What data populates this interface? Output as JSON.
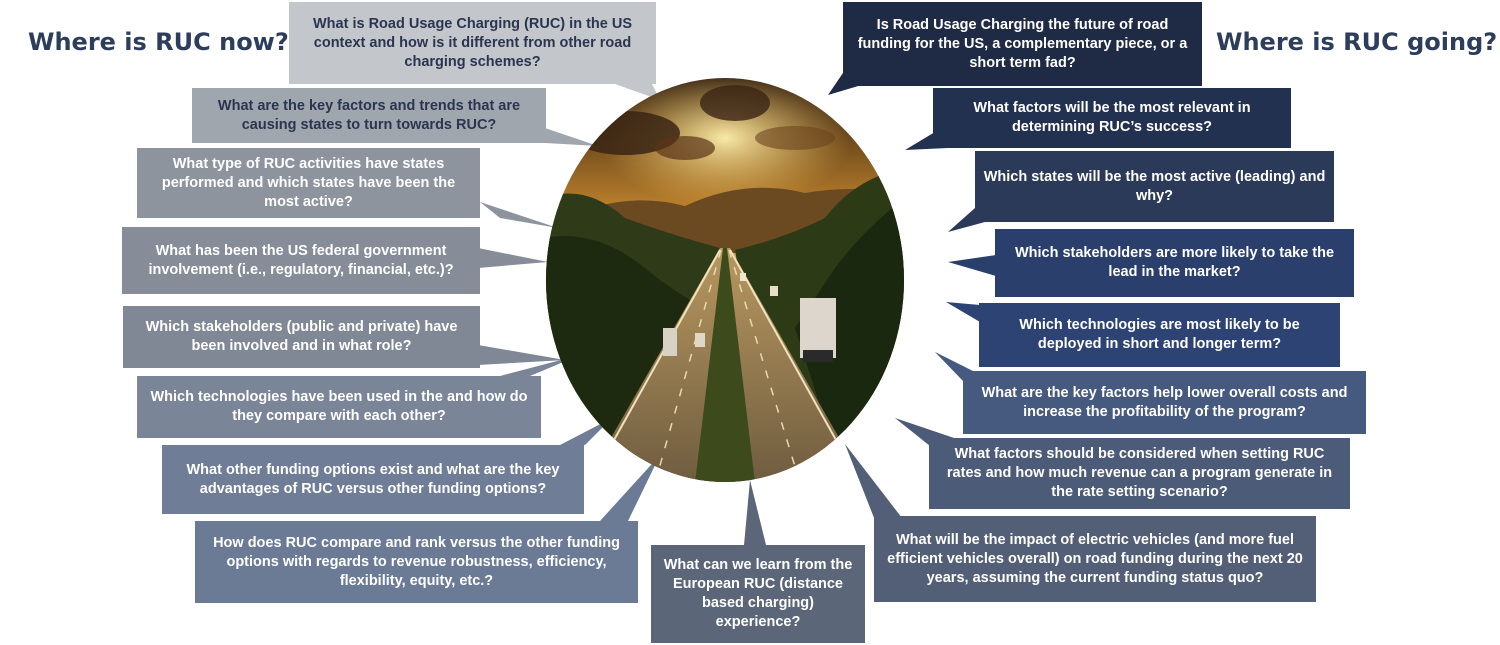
{
  "headings": {
    "left": "Where is RUC now?",
    "right": "Where is RUC going?"
  },
  "left_questions": [
    "What is Road Usage Charging (RUC) in the US context and how is it different from other road charging schemes?",
    "What are the key factors and trends that are causing states to turn towards RUC?",
    "What type of RUC activities have states performed and which states have been the most active?",
    "What has been the US federal government involvement (i.e., regulatory, financial, etc.)?",
    "Which stakeholders (public and private) have been involved and in what role?",
    "Which technologies have been used in the and how do they compare with each other?",
    "What other funding options exist and what are the key advantages of RUC versus other funding options?",
    "How does RUC compare and rank versus the other funding options with regards to revenue robustness, efficiency, flexibility, equity, etc.?"
  ],
  "bottom_question": "What can we learn from the European RUC (distance based charging) experience?",
  "right_questions": [
    "Is Road Usage Charging the future of road funding for the US, a complementary piece, or a short term fad?",
    "What factors will be the most relevant in determining RUC’s success?",
    "Which states will be the most active (leading) and why?",
    "Which stakeholders are more likely to take the lead in the market?",
    "Which technologies are most likely to be deployed in short and longer term?",
    "What are the key factors help lower overall costs and increase the profitability of the program?",
    "What factors should be considered when setting RUC rates and how much revenue can a program generate in the rate setting scenario?",
    "What will be the impact of electric vehicles (and more fuel efficient vehicles overall) on road funding during the next 20 years, assuming the current funding status quo?"
  ],
  "colors": {
    "heading": "#2c3e5c",
    "left_gradient": [
      "#c3c6cb",
      "#a0a6ae",
      "#8e949d",
      "#868d98",
      "#7f8894",
      "#7a8698",
      "#6f7e96",
      "#6b7b96"
    ],
    "bottom_bubble": "#5b6679",
    "right_gradient": [
      "#1f2b44",
      "#233150",
      "#2a3a58",
      "#2a3f6c",
      "#2c4373",
      "#46597e",
      "#4c5b78",
      "#535f76"
    ]
  },
  "image": {
    "subject": "sunset highway photo"
  }
}
